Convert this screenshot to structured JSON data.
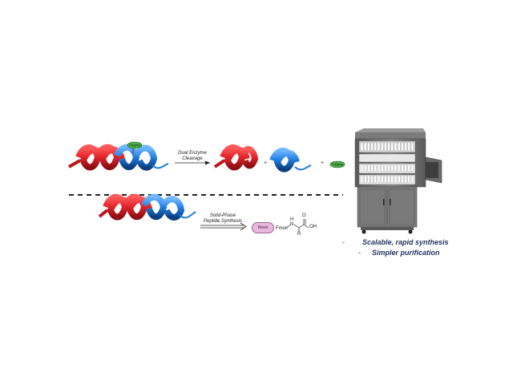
{
  "top_reaction": {
    "arrow_label_line1": "Dual Enzyme",
    "arrow_label_line2": "Cleavage",
    "tag_label": "Clpgtag",
    "plus": "+"
  },
  "bottom_reaction": {
    "arrow_label_line1": "Solid-Phase",
    "arrow_label_line2": "Peptide Synthesis",
    "resin_label": "Resin",
    "fmoc_label": "Fmoc",
    "nh_label": "H",
    "n_label": "N",
    "r_label": "R",
    "oh_label": "OH",
    "o_label": "O"
  },
  "benefits": [
    {
      "dash": "-",
      "text": "Scalable, rapid synthesis"
    },
    {
      "dash": "-",
      "text": "Simpler purification"
    }
  ],
  "colors": {
    "helix_red": "#e0232a",
    "helix_blue": "#1f7de0",
    "tag_green": "#4fb14a",
    "resin_pink": "#e7b8dc",
    "machine_gray": "#6e6e6e",
    "benefit_text": "#23355e"
  }
}
